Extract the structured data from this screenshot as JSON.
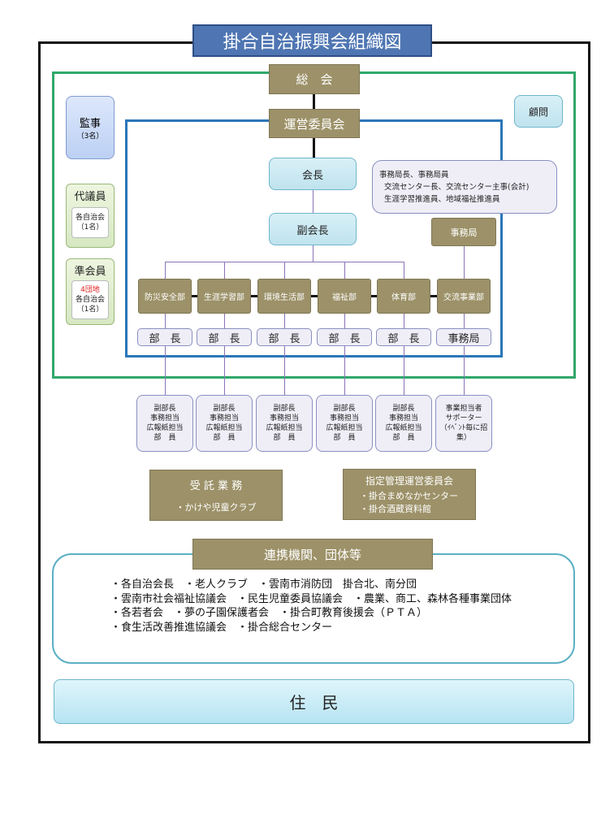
{
  "title": "掛合自治振興会組織図",
  "soukai": "総　会",
  "unei": "運営委員会",
  "kaicho": "会長",
  "fukukaicho": "副会長",
  "komon": "顧問",
  "kanji": {
    "label": "監事",
    "note": "（3名）"
  },
  "daigiin": {
    "label": "代議員",
    "line1": "各自治会",
    "line2": "（1名）"
  },
  "junkaiin": {
    "label": "準会員",
    "red": "4団地",
    "line1": "各自治会",
    "line2": "（1名）"
  },
  "jimukyoku_members": {
    "line1": "事務局長、事務局員",
    "line2": "交流センター長、交流センター主事(会計)",
    "line3": "生涯学習推進員、地域福祉推進員"
  },
  "jimukyoku": "事務局",
  "departments": [
    "防災安全部",
    "生涯学習部",
    "環境生活部",
    "福祉部",
    "体育部",
    "交流事業部"
  ],
  "heads": [
    "部　長",
    "部　長",
    "部　長",
    "部　長",
    "部　長",
    "事務局"
  ],
  "subs": [
    {
      "l1": "副部長",
      "l2": "事務担当",
      "l3": "広報紙担当",
      "l4": "部　員"
    },
    {
      "l1": "副部長",
      "l2": "事務担当",
      "l3": "広報紙担当",
      "l4": "部　員"
    },
    {
      "l1": "副部長",
      "l2": "事務担当",
      "l3": "広報紙担当",
      "l4": "部　員"
    },
    {
      "l1": "副部長",
      "l2": "事務担当",
      "l3": "広報紙担当",
      "l4": "部　員"
    },
    {
      "l1": "副部長",
      "l2": "事務担当",
      "l3": "広報紙担当",
      "l4": "部　員"
    },
    {
      "l1": "事業担当者",
      "l2": "サポーター",
      "l3": "（ｲﾍﾞﾝﾄ毎に招集）",
      "l4": ""
    }
  ],
  "jutaku": {
    "title": "受 託 業 務",
    "item": "・かけや児童クラブ"
  },
  "shitei": {
    "title": "指定管理運営委員会",
    "item1": "・掛合まめなかセンター",
    "item2": "・掛合酒蔵資料館"
  },
  "renkei": {
    "title": "連携機関、団体等",
    "lines": [
      "・各自治会長　・老人クラブ　・雲南市消防団　掛合北、南分団",
      "・雲南市社会福祉協議会　・民生児童委員協議会　・農業、商工、森林各種事業団体",
      "・各若者会　・夢の子園保護者会　・掛合町教育後援会（ＰＴＡ）",
      "・食生活改善推進協議会　・掛合総合センター"
    ]
  },
  "jumin": "住　民",
  "colors": {
    "olive": "#9c9168",
    "title_bg": "#4f76b3",
    "green_frame": "#2fa86a",
    "blue_frame": "#2a76b8",
    "teal_frame": "#5bb0c4"
  }
}
